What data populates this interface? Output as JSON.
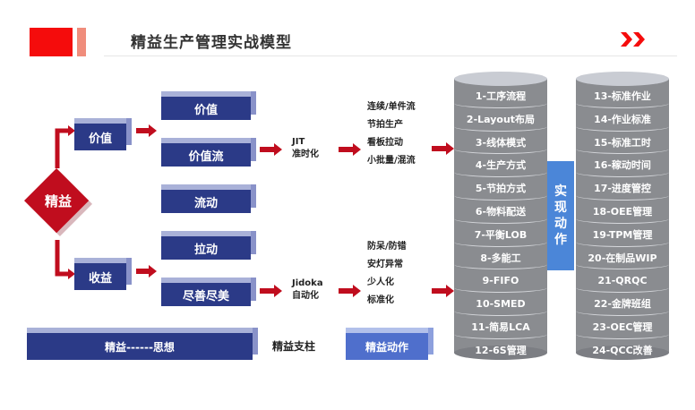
{
  "header": {
    "title": "精益生产管理实战模型",
    "accent_color": "#f50c0c",
    "nav_icon": "double-chevron-right-icon"
  },
  "root": {
    "label": "精益",
    "color": "#c00d1e"
  },
  "branches": [
    {
      "label": "价值",
      "targets": [
        "价值",
        "价值流"
      ]
    },
    {
      "label": "收益",
      "targets": [
        "拉动",
        "尽善尽美"
      ]
    }
  ],
  "principles": [
    "价值",
    "价值流",
    "流动",
    "拉动",
    "尽善尽美"
  ],
  "pillars": [
    {
      "name": "JIT",
      "sub": "准时化",
      "methods": [
        "连续/单件流",
        "节拍生产",
        "看板拉动",
        "小批量/混流"
      ]
    },
    {
      "name": "Jidoka",
      "sub": "自动化",
      "methods": [
        "防呆/防错",
        "安灯异常",
        "少人化",
        "标准化"
      ]
    }
  ],
  "legend": {
    "thought": "精益------思想",
    "pillar": "精益支柱",
    "action": "精益动作"
  },
  "action_bar": {
    "chars": [
      "实",
      "现",
      "动",
      "作"
    ]
  },
  "cylinders": [
    {
      "items": [
        "1-工序流程",
        "2-Layout布局",
        "3-线体模式",
        "4-生产方式",
        "5-节拍方式",
        "6-物料配送",
        "7-平衡LOB",
        "8-多能工",
        "9-FIFO",
        "10-SMED",
        "11-简易LCA",
        "12-6S管理"
      ]
    },
    {
      "items": [
        "13-标准作业",
        "14-作业标准",
        "15-标准工时",
        "16-稼动时间",
        "17-进度管控",
        "18-OEE管理",
        "19-TPM管理",
        "20-在制品WIP",
        "21-QRQC",
        "22-金牌班组",
        "23-OEC管理",
        "24-QCC改善"
      ]
    }
  ],
  "colors": {
    "box_dark": "#2b3a87",
    "box_light": "#4f6fcc",
    "arrow": "#c00d1e",
    "cylinder": "#8a8c90",
    "action_bar": "#4b86d8"
  }
}
